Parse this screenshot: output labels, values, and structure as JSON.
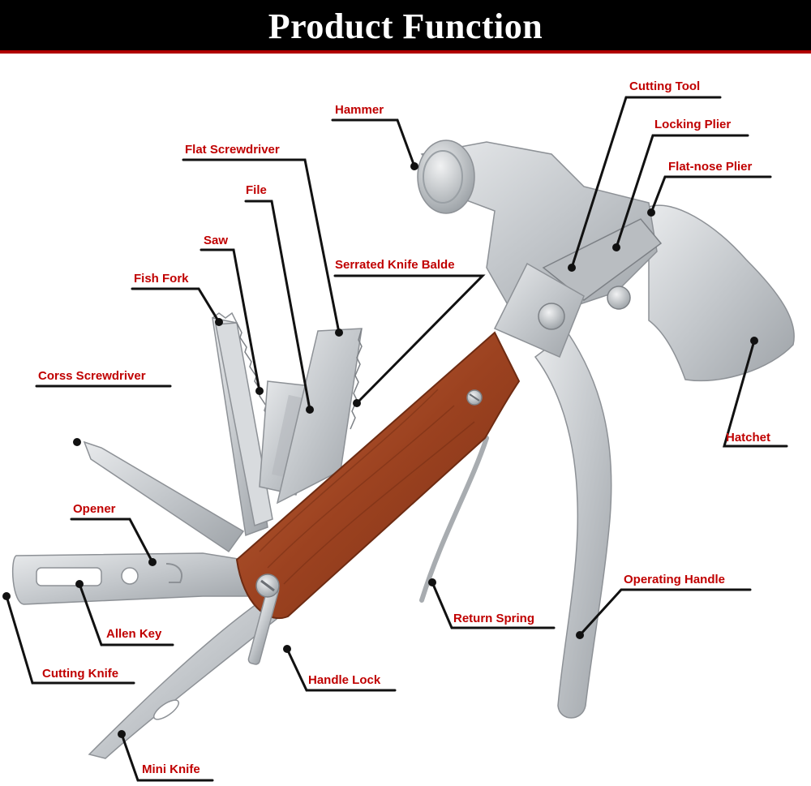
{
  "header": {
    "title": "Product Function"
  },
  "colors": {
    "label": "#c00000",
    "leader": "#111111",
    "header_bg": "#000000",
    "header_rule": "#b00000",
    "steel": "#c9cccf",
    "steel_dark": "#8d9196",
    "wood": "#a9502c",
    "wood_dark": "#6e2b12"
  },
  "labels": {
    "hammer": "Hammer",
    "cutting_tool": "Cutting Tool",
    "locking_plier": "Locking Plier",
    "flat_nose_plier": "Flat-nose Plier",
    "flat_screwdriver": "Flat Screwdriver",
    "file": "File",
    "saw": "Saw",
    "serrated_knife": "Serrated Knife Balde",
    "fish_fork": "Fish Fork",
    "cross_screwdriver": "Corss Screwdriver",
    "hatchet": "Hatchet",
    "opener": "Opener",
    "operating_handle": "Operating Handle",
    "allen_key": "Allen Key",
    "return_spring": "Return Spring",
    "cutting_knife": "Cutting Knife",
    "handle_lock": "Handle Lock",
    "mini_knife": "Mini Knife"
  }
}
